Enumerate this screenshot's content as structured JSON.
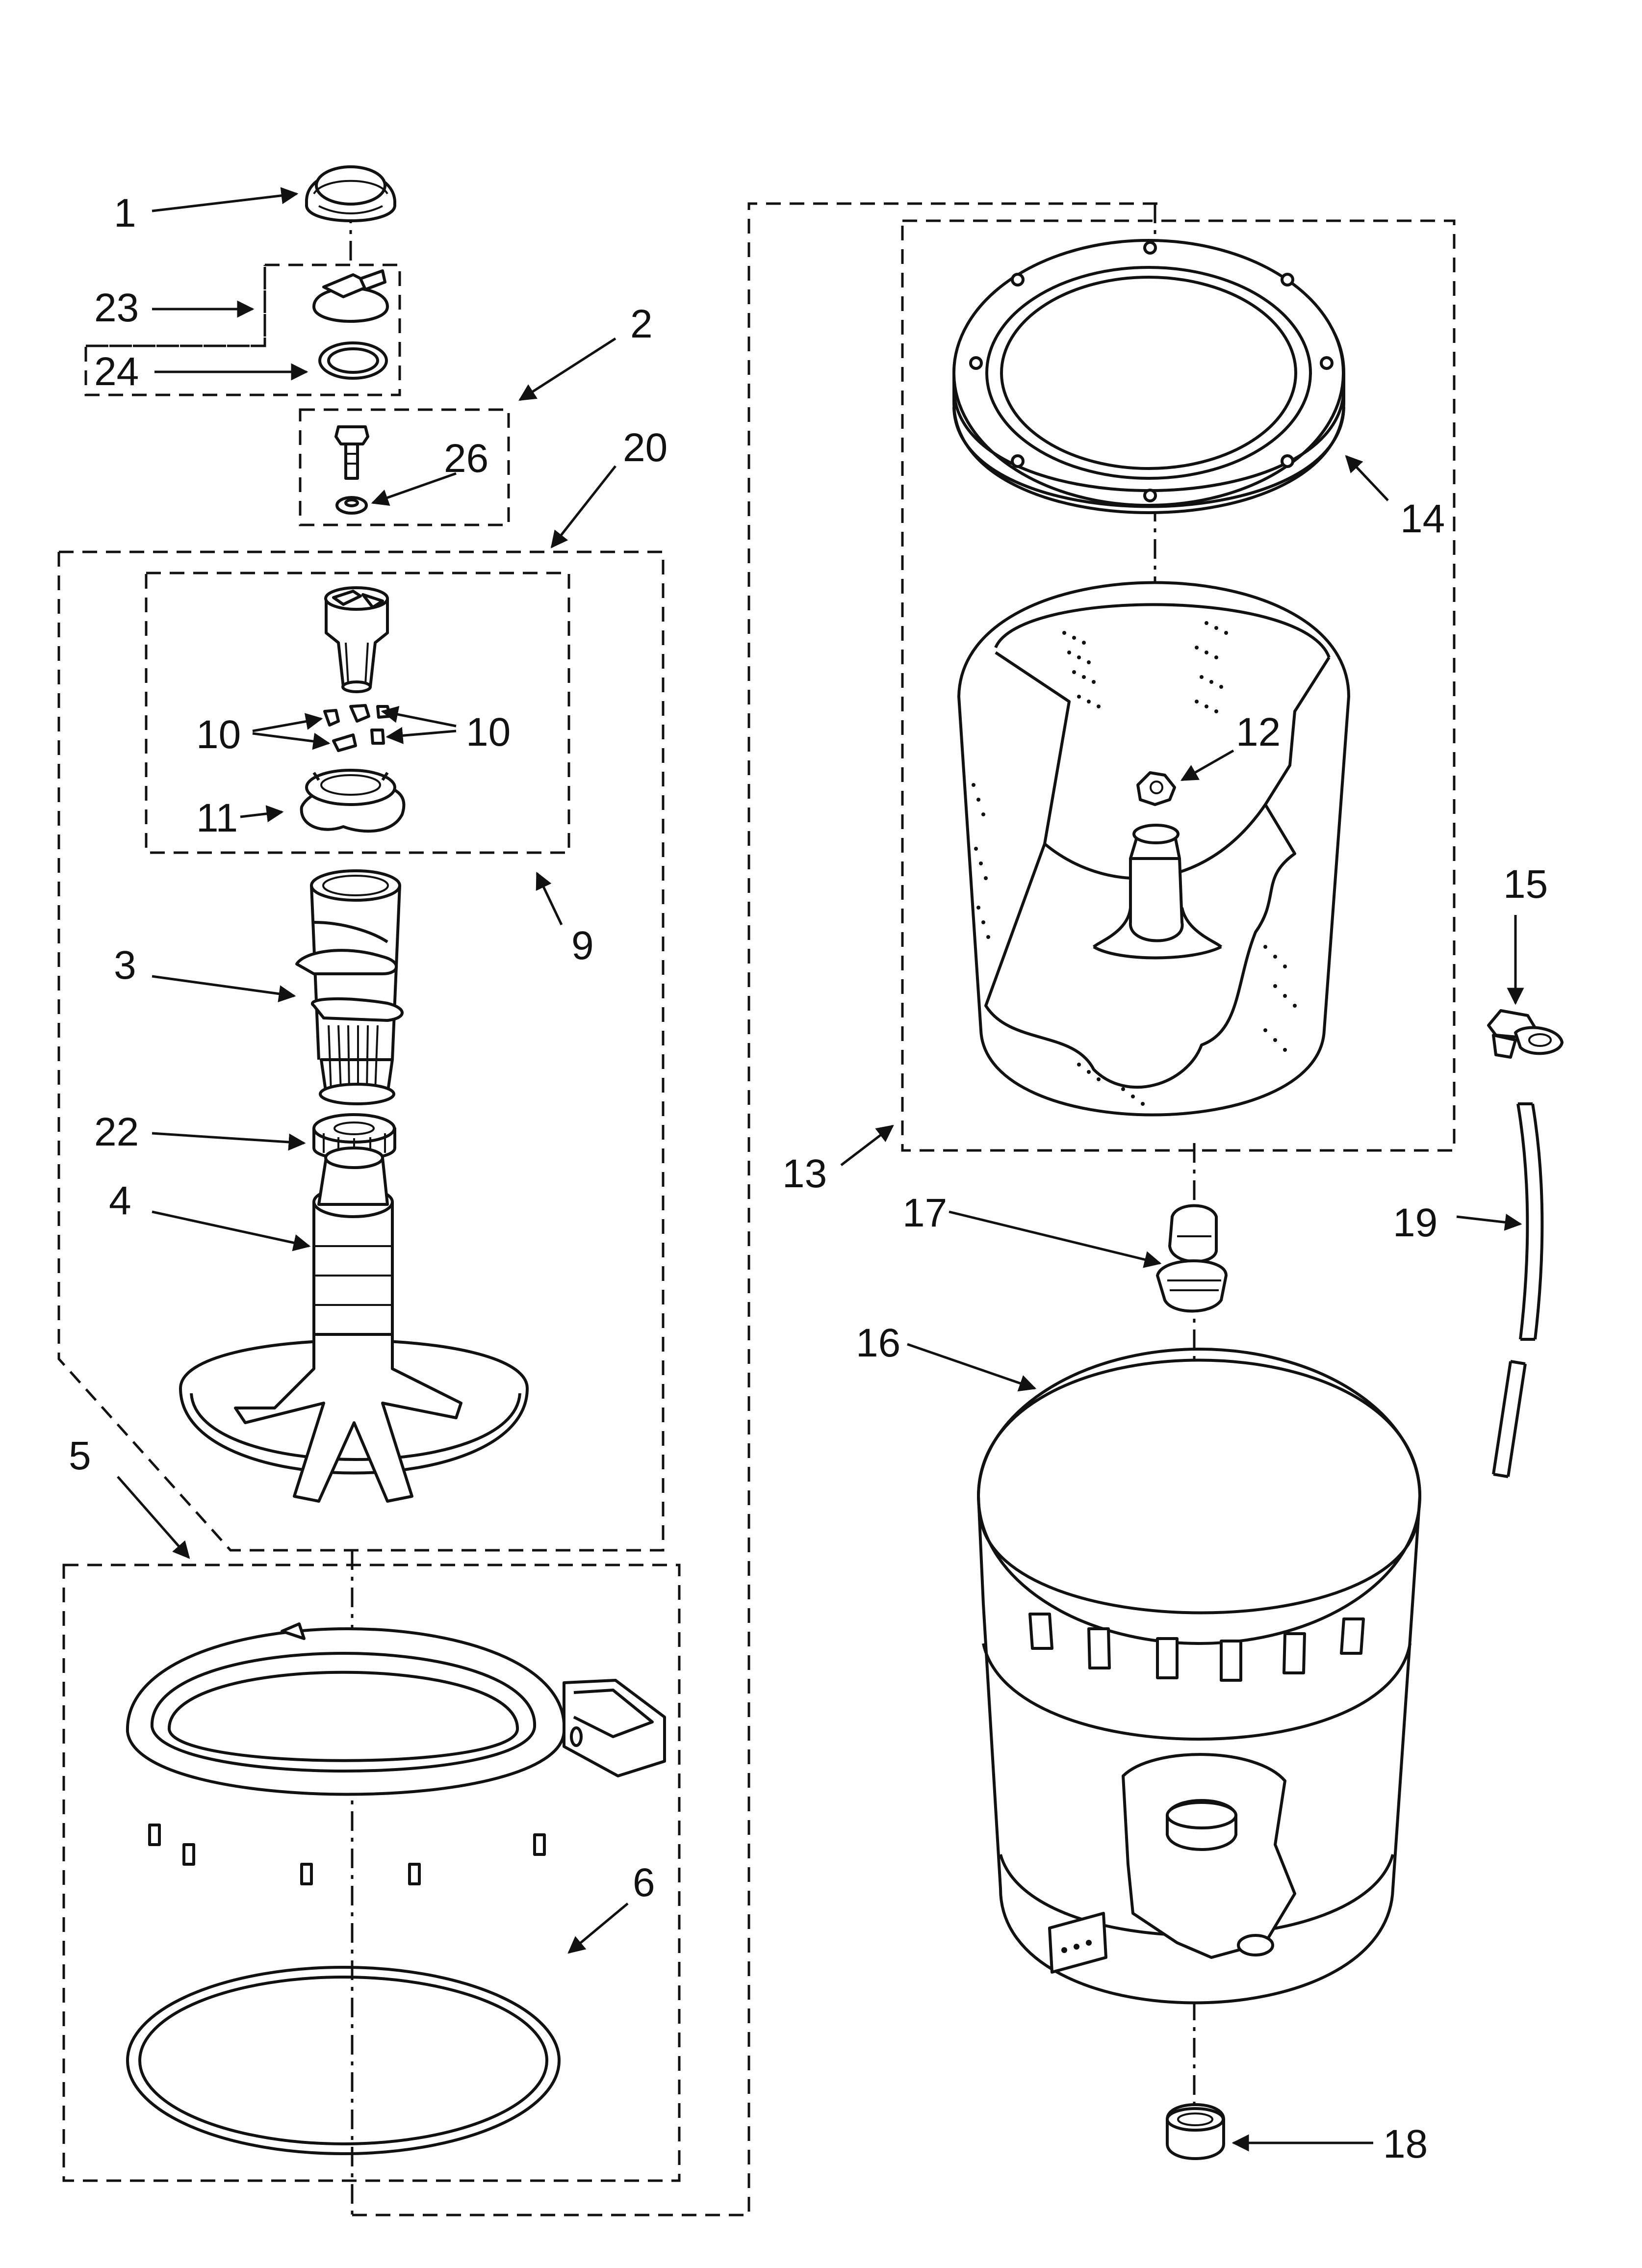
{
  "diagram": {
    "callouts": {
      "c1": "1",
      "c2": "2",
      "c3": "3",
      "c4": "4",
      "c5": "5",
      "c6": "6",
      "c9": "9",
      "c10a": "10",
      "c10b": "10",
      "c11": "11",
      "c12": "12",
      "c13": "13",
      "c14": "14",
      "c15": "15",
      "c16": "16",
      "c17": "17",
      "c18": "18",
      "c19": "19",
      "c20": "20",
      "c22": "22",
      "c23": "23",
      "c24": "24",
      "c26": "26"
    }
  }
}
